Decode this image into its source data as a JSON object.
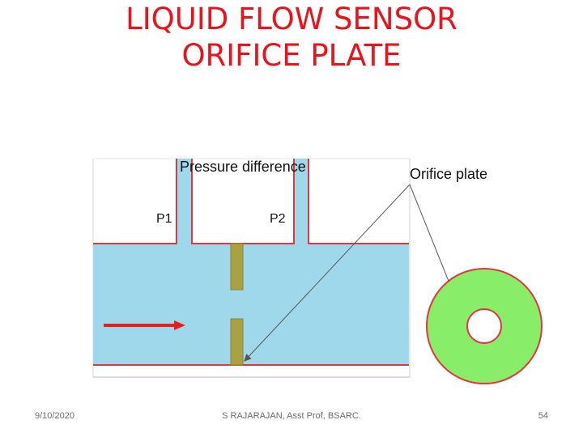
{
  "slide": {
    "title_line1": "LIQUID FLOW SENSOR",
    "title_line2": "ORIFICE PLATE"
  },
  "diagram": {
    "label_pressure_difference": "Pressure difference",
    "label_orifice_plate": "Orifice plate",
    "label_p1": "P1",
    "label_p2": "P2",
    "colors": {
      "fluid": "#9fd8ea",
      "wall": "#e4343c",
      "plate": "#a8a244",
      "ring": "#88ee6a",
      "arrow": "#e81d1d"
    }
  },
  "footer": {
    "date": "9/10/2020",
    "author": "S RAJARAJAN, Asst Prof, BSARC.",
    "page": "54"
  }
}
